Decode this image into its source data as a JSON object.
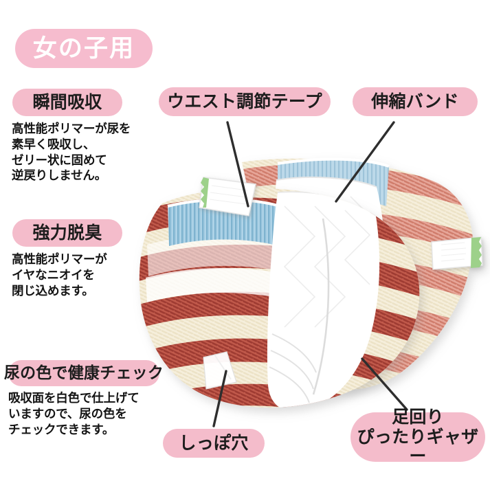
{
  "page": {
    "background_color": "#ffffff",
    "accent_pink": "#f4bccb",
    "title_pink": "#f6bcce",
    "text_color": "#131313",
    "leader_color": "#2e2e2e"
  },
  "title": {
    "label": "女の子用"
  },
  "features": {
    "instant_absorption": {
      "badge": "瞬間吸収",
      "body": "高性能ポリマーが尿を\n素早く吸収し、\nゼリー状に固めて\n逆戻りしません。"
    },
    "deodorizing": {
      "badge": "強力脱臭",
      "body": "高性能ポリマーが\nイヤなニオイを\n閉じ込めます。"
    },
    "health_check": {
      "badge": "尿の色で健康チェック",
      "body": "吸収面を白色で仕上げて\nいますので、尿の色を\nチェックできます。"
    }
  },
  "callouts": {
    "waist_tape": "ウエスト調節テープ",
    "elastic_band": "伸縮バンド",
    "tail_hole": "しっぽ穴",
    "leg_gather_line1": "足回り",
    "leg_gather_line2": "ぴったりギャザー"
  },
  "product": {
    "name": "pet-diaper-pair",
    "fabric_cream": "#f5eeda",
    "fabric_stripe": "#b5443a",
    "waistband_blue": "#93c4dd",
    "absorbent_white": "#ffffff",
    "tape_green": "#9dd18a"
  }
}
